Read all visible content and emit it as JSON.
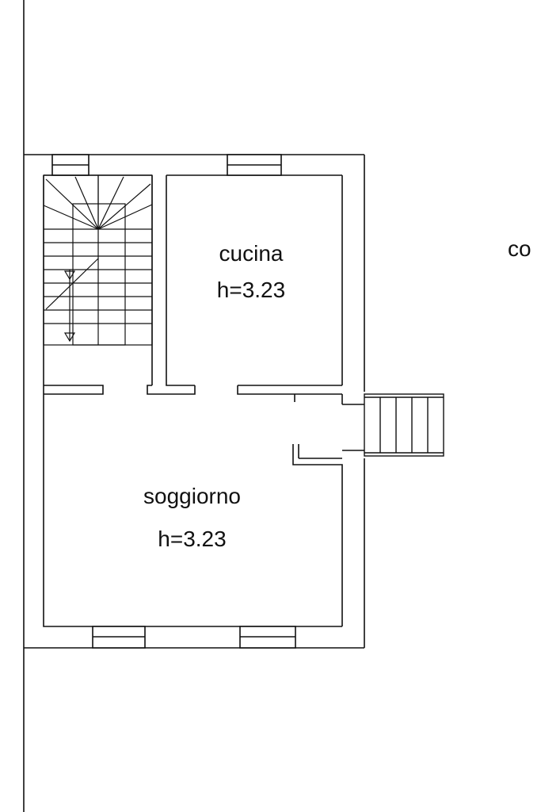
{
  "rooms": {
    "kitchen": {
      "name": "cucina",
      "height": "h=3.23"
    },
    "living": {
      "name": "soggiorno",
      "height": "h=3.23"
    }
  },
  "edge_label": "co",
  "colors": {
    "line": "#111111",
    "background": "#ffffff"
  },
  "stairs": {
    "direction_arrows": 2,
    "treads": 10
  },
  "external_steps": {
    "treads": 5
  }
}
